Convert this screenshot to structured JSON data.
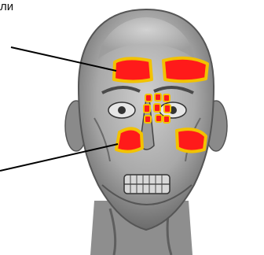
{
  "caption_text": "ли",
  "regions": [
    {
      "id": "frontal-sinus-right",
      "color": "#ff1a1a",
      "outline": "#f2c200"
    },
    {
      "id": "frontal-sinus-left",
      "color": "#ff1a1a",
      "outline": "#f2c200"
    },
    {
      "id": "ethmoid-cells",
      "color": "#ff1a1a",
      "outline": "#f2c200"
    },
    {
      "id": "maxillary-sinus-right",
      "color": "#ff1a1a",
      "outline": "#f2c200"
    },
    {
      "id": "maxillary-sinus-left",
      "color": "#ff1a1a",
      "outline": "#f2c200"
    }
  ],
  "pointer_lines": [
    "line-to-frontal-sinus",
    "line-to-maxillary-sinus"
  ]
}
